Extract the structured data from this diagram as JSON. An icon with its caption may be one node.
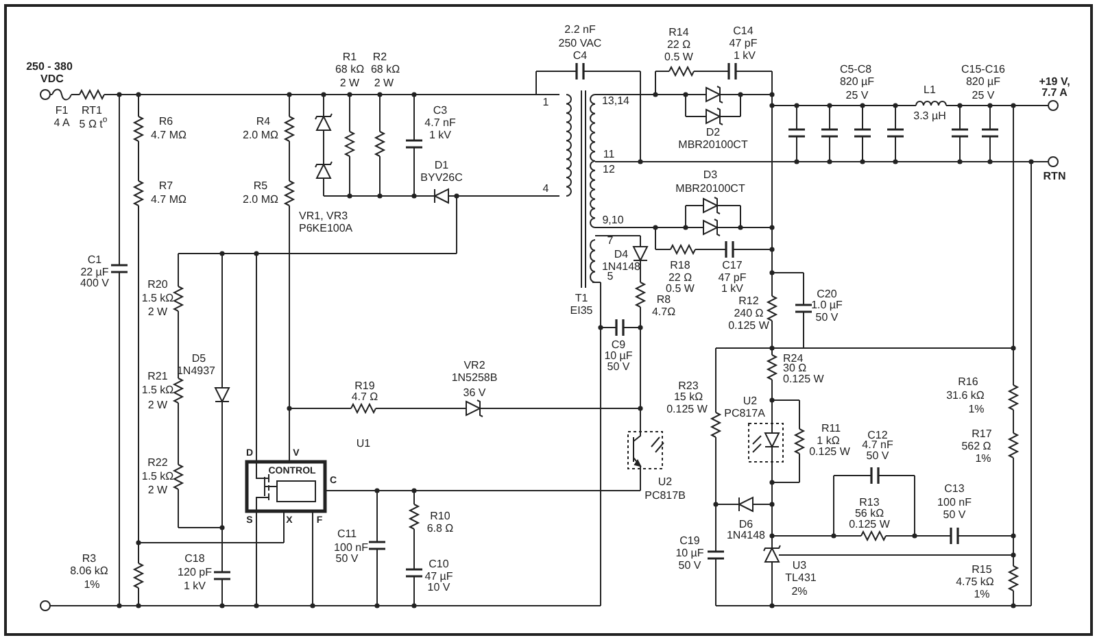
{
  "diagram": {
    "labels": [
      "250 - 380",
      "VDC",
      "F1",
      "4 A",
      "RT1",
      "5 Ω t$^{o}$",
      "R6",
      "4.7 MΩ",
      "R7",
      "4.7 MΩ",
      "R4",
      "2.0 MΩ",
      "R5",
      "2.0 MΩ",
      "VR1, VR3",
      "P6KE100A",
      "R1",
      "68 kΩ",
      "2 W",
      "R2",
      "68 kΩ",
      "2 W",
      "C3",
      "4.7 nF",
      "1 kV",
      "D1",
      "BYV26C",
      "2.2 nF",
      "250 VAC",
      "C4",
      "R14",
      "22 Ω",
      "0.5 W",
      "C14",
      "47 pF",
      "1 kV",
      "C5-C8",
      "820 µF",
      "25 V",
      "L1",
      "C15-C16",
      "820 µF",
      "25 V",
      "+19 V,",
      "7.7 A",
      "1",
      "13,14",
      "3.3 µH",
      "D2",
      "MBR20100CT",
      "11",
      "12",
      "RTN",
      "D3",
      "MBR20100CT",
      "4",
      "9,10",
      "7",
      "D4",
      "1N4148",
      "R18",
      "22 Ω",
      "0.5 W",
      "C17",
      "47 pF",
      "1 kV",
      "5",
      "C1",
      "22 µF",
      "400 V",
      "R20",
      "1.5 kΩ",
      "2 W",
      "C20",
      "1.0 µF",
      "50 V",
      "T1",
      "EI35",
      "R8",
      "4.7Ω",
      "R12",
      "240 Ω",
      "0.125 W",
      "C9",
      "10 µF",
      "50 V",
      "R24",
      "30 Ω",
      "0.125 W",
      "D5",
      "1N4937",
      "VR2",
      "1N5258B",
      "36 V",
      "R21",
      "1.5 kΩ",
      "2 W",
      "R19",
      "4.7 Ω",
      "R23",
      "15 kΩ",
      "0.125 W",
      "U2",
      "PC817A",
      "R16",
      "31.6 kΩ",
      "1%",
      "R11",
      "1 kΩ",
      "0.125 W",
      "C12",
      "4.7 nF",
      "50 V",
      "R17",
      "562 Ω",
      "1%",
      "U1",
      "D",
      "V",
      "CONTROL",
      "C",
      "S",
      "X",
      "F",
      "R22",
      "1.5 kΩ",
      "2 W",
      "U2",
      "PC817B",
      "R13",
      "56 kΩ",
      "0.125 W",
      "C13",
      "100 nF",
      "50 V",
      "D6",
      "1N4148",
      "R10",
      "6.8 Ω",
      "C11",
      "100 nF",
      "50 V",
      "C19",
      "10 µF",
      "50 V",
      "C10",
      "47 µF",
      "10 V",
      "R3",
      "8.06 kΩ",
      "1%",
      "C18",
      "120 pF",
      "1 kV",
      "U3",
      "TL431",
      "2%",
      "R15",
      "4.75 kΩ",
      "1%"
    ]
  }
}
